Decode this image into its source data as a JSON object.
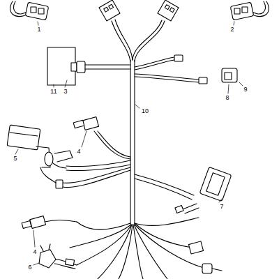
{
  "diagram": {
    "labels": [
      "1",
      "2",
      "11",
      "3",
      "9",
      "8",
      "10",
      "4",
      "5",
      "7",
      "4",
      "6"
    ]
  }
}
